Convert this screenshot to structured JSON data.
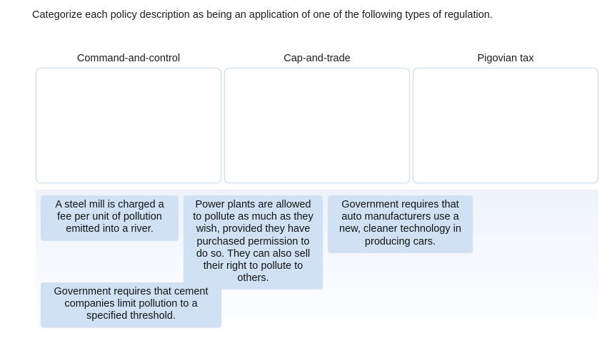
{
  "prompt": {
    "text": "Categorize each policy description as being an application of one of the following types of regulation."
  },
  "categories": [
    {
      "label": "Command-and-control",
      "items": []
    },
    {
      "label": "Cap-and-trade",
      "items": []
    },
    {
      "label": "Pigovian tax",
      "items": []
    }
  ],
  "tray": {
    "items": [
      {
        "id": "steel-mill",
        "text": "A steel mill is charged a fee per unit of pollution emitted into a river."
      },
      {
        "id": "power-plants",
        "text": "Power plants are allowed to pollute as much as they wish, provided they have purchased permission to do so. They can also sell their right to pollute to others."
      },
      {
        "id": "auto-makers",
        "text": "Government requires that auto manufacturers use a new, cleaner technology in producing cars."
      },
      {
        "id": "cement",
        "text": "Government requires that cement companies limit pollution to a specified threshold."
      }
    ]
  },
  "colors": {
    "item_fill": "#cfe1f3",
    "drop_zone_border": "#c9dbec",
    "drop_zone_fill": "#ffffff",
    "tray_background": "#eef3fb",
    "text": "#1b1b1b",
    "page_background": "#ffffff"
  }
}
